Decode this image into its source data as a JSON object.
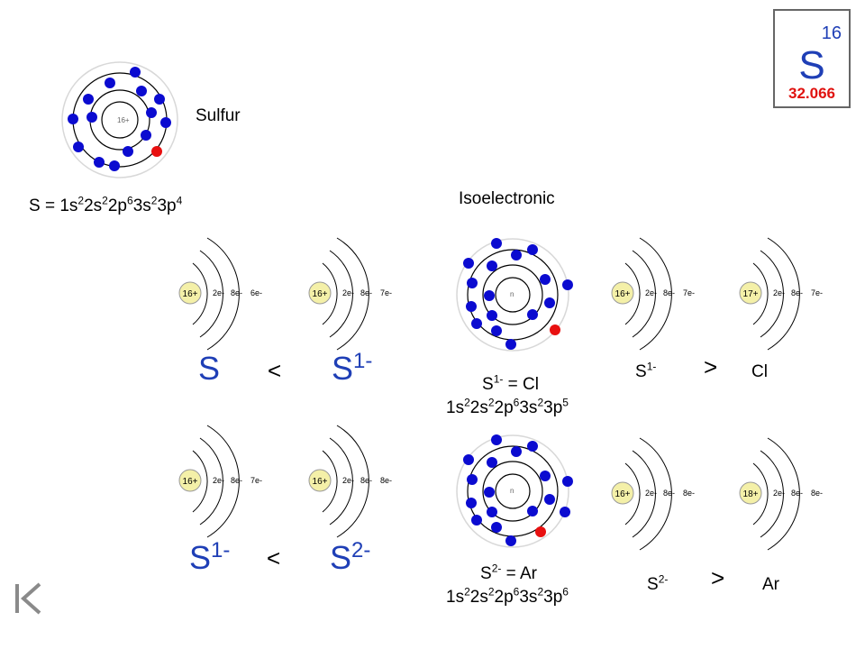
{
  "element_tile": {
    "atomic_number": "16",
    "symbol": "S",
    "atomic_mass": "32.066"
  },
  "sulfur_atom": {
    "nucleus": "16+",
    "name": "Sulfur"
  },
  "sulfur_config": {
    "prefix": "S = 1s",
    "e1": "2",
    "p2": "2s",
    "e2": "2",
    "p3": "2p",
    "e3": "6",
    "p4": "3s",
    "e4": "2",
    "p5": "3p",
    "e5": "4"
  },
  "isoelectronic_title": "Isoelectronic",
  "bohr_small": {
    "r1_a": {
      "nucleus": "16+",
      "shells": [
        "2e-",
        "8e-",
        "6e-"
      ]
    },
    "r1_b": {
      "nucleus": "16+",
      "shells": [
        "2e-",
        "8e-",
        "7e-"
      ]
    },
    "r1_c": {
      "nucleus": "16+",
      "shells": [
        "2e-",
        "8e-",
        "7e-"
      ]
    },
    "r1_d": {
      "nucleus": "17+",
      "shells": [
        "2e-",
        "8e-",
        "7e-"
      ]
    },
    "r2_a": {
      "nucleus": "16+",
      "shells": [
        "2e-",
        "8e-",
        "7e-"
      ]
    },
    "r2_b": {
      "nucleus": "16+",
      "shells": [
        "2e-",
        "8e-",
        "8e-"
      ]
    },
    "r2_c": {
      "nucleus": "16+",
      "shells": [
        "2e-",
        "8e-",
        "8e-"
      ]
    },
    "r2_d": {
      "nucleus": "18+",
      "shells": [
        "2e-",
        "8e-",
        "8e-"
      ]
    }
  },
  "atom_mid_top": {
    "nucleus": "n"
  },
  "atom_mid_bottom": {
    "nucleus": "n"
  },
  "row1": {
    "left_sym": "S",
    "left_cmp": "<",
    "right_sym": "S",
    "right_sup": "1-",
    "iso_line1_sym": "S",
    "iso_line1_sup": "1-",
    "iso_line1_rest": " = Cl",
    "iso_config": {
      "a": "1s",
      "e1": "2",
      "b": "2s",
      "e2": "2",
      "c": "2p",
      "e3": "6",
      "d": "3s",
      "e4": "2",
      "f": "3p",
      "e5": "5"
    },
    "size_left_sym": "S",
    "size_left_sup": "1-",
    "size_cmp": ">",
    "size_right": "Cl"
  },
  "row2": {
    "left_sym": "S",
    "left_sup": "1-",
    "left_cmp": "<",
    "right_sym": "S",
    "right_sup": "2-",
    "iso_line1_sym": "S",
    "iso_line1_sup": "2-",
    "iso_line1_rest": " = Ar",
    "iso_config": {
      "a": "1s",
      "e1": "2",
      "b": "2s",
      "e2": "2",
      "c": "2p",
      "e3": "6",
      "d": "3s",
      "e4": "2",
      "f": "3p",
      "e5": "6"
    },
    "size_left_sym": "S",
    "size_left_sup": "2-",
    "size_cmp": ">",
    "size_right": "Ar"
  },
  "colors": {
    "electron": "#0b0bd0",
    "highlight_electron": "#e81010",
    "nucleus_fill": "#f4f0a8",
    "accent_blue": "#1f3fb6"
  },
  "nav": {
    "icon": "skip-to-start-icon"
  }
}
